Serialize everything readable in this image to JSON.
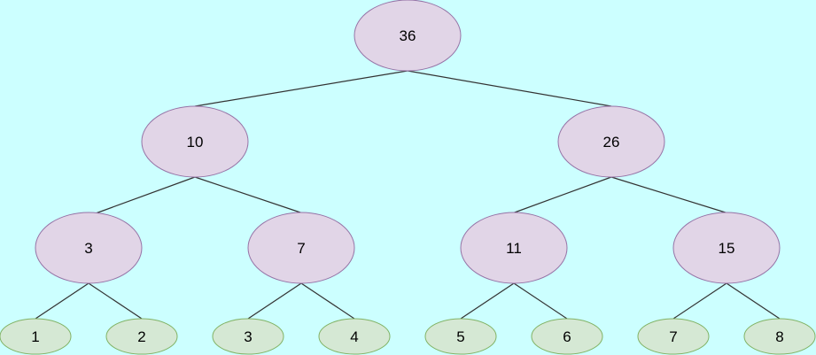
{
  "tree": {
    "root": {
      "label": "36"
    },
    "level1": [
      {
        "label": "10"
      },
      {
        "label": "26"
      }
    ],
    "level2": [
      {
        "label": "3"
      },
      {
        "label": "7"
      },
      {
        "label": "11"
      },
      {
        "label": "15"
      }
    ],
    "leaves": [
      {
        "label": "1"
      },
      {
        "label": "2"
      },
      {
        "label": "3"
      },
      {
        "label": "4"
      },
      {
        "label": "5"
      },
      {
        "label": "6"
      },
      {
        "label": "7"
      },
      {
        "label": "8"
      }
    ],
    "colors": {
      "background": "#ccffff",
      "internal_fill": "#e1d5e7",
      "internal_stroke": "#9673a6",
      "leaf_fill": "#d5e8d4",
      "leaf_stroke": "#82b366",
      "edge": "#333333"
    }
  }
}
